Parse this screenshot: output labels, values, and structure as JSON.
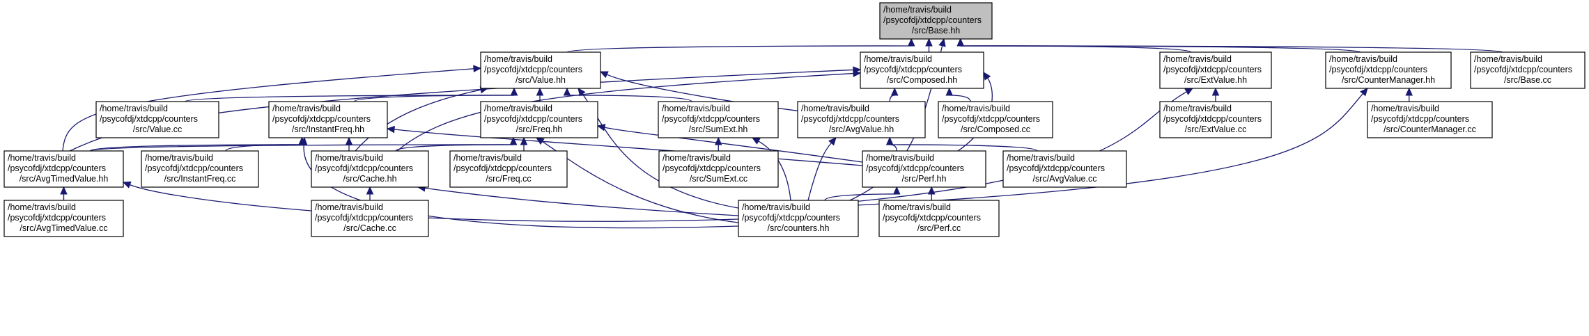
{
  "diagram": {
    "nodes": [
      {
        "id": "base_hh",
        "lines": [
          "/home/travis/build",
          "/psycofdj/xtdcpp/counters",
          "/src/Base.hh"
        ],
        "root": true
      },
      {
        "id": "value_hh",
        "lines": [
          "/home/travis/build",
          "/psycofdj/xtdcpp/counters",
          "/src/Value.hh"
        ]
      },
      {
        "id": "composed_hh",
        "lines": [
          "/home/travis/build",
          "/psycofdj/xtdcpp/counters",
          "/src/Composed.hh"
        ]
      },
      {
        "id": "extvalue_hh",
        "lines": [
          "/home/travis/build",
          "/psycofdj/xtdcpp/counters",
          "/src/ExtValue.hh"
        ]
      },
      {
        "id": "countermanager_hh",
        "lines": [
          "/home/travis/build",
          "/psycofdj/xtdcpp/counters",
          "/src/CounterManager.hh"
        ]
      },
      {
        "id": "base_cc",
        "lines": [
          "/home/travis/build",
          "/psycofdj/xtdcpp/counters",
          "/src/Base.cc"
        ]
      },
      {
        "id": "value_cc",
        "lines": [
          "/home/travis/build",
          "/psycofdj/xtdcpp/counters",
          "/src/Value.cc"
        ]
      },
      {
        "id": "instantfreq_hh",
        "lines": [
          "/home/travis/build",
          "/psycofdj/xtdcpp/counters",
          "/src/InstantFreq.hh"
        ]
      },
      {
        "id": "freq_hh",
        "lines": [
          "/home/travis/build",
          "/psycofdj/xtdcpp/counters",
          "/src/Freq.hh"
        ]
      },
      {
        "id": "sumext_hh",
        "lines": [
          "/home/travis/build",
          "/psycofdj/xtdcpp/counters",
          "/src/SumExt.hh"
        ]
      },
      {
        "id": "avgvalue_hh",
        "lines": [
          "/home/travis/build",
          "/psycofdj/xtdcpp/counters",
          "/src/AvgValue.hh"
        ]
      },
      {
        "id": "composed_cc",
        "lines": [
          "/home/travis/build",
          "/psycofdj/xtdcpp/counters",
          "/src/Composed.cc"
        ]
      },
      {
        "id": "extvalue_cc",
        "lines": [
          "/home/travis/build",
          "/psycofdj/xtdcpp/counters",
          "/src/ExtValue.cc"
        ]
      },
      {
        "id": "countermanager_cc",
        "lines": [
          "/home/travis/build",
          "/psycofdj/xtdcpp/counters",
          "/src/CounterManager.cc"
        ]
      },
      {
        "id": "avgtimedvalue_hh",
        "lines": [
          "/home/travis/build",
          "/psycofdj/xtdcpp/counters",
          "/src/AvgTimedValue.hh"
        ]
      },
      {
        "id": "instantfreq_cc",
        "lines": [
          "/home/travis/build",
          "/psycofdj/xtdcpp/counters",
          "/src/InstantFreq.cc"
        ]
      },
      {
        "id": "cache_hh",
        "lines": [
          "/home/travis/build",
          "/psycofdj/xtdcpp/counters",
          "/src/Cache.hh"
        ]
      },
      {
        "id": "freq_cc",
        "lines": [
          "/home/travis/build",
          "/psycofdj/xtdcpp/counters",
          "/src/Freq.cc"
        ]
      },
      {
        "id": "sumext_cc",
        "lines": [
          "/home/travis/build",
          "/psycofdj/xtdcpp/counters",
          "/src/SumExt.cc"
        ]
      },
      {
        "id": "perf_hh",
        "lines": [
          "/home/travis/build",
          "/psycofdj/xtdcpp/counters",
          "/src/Perf.hh"
        ]
      },
      {
        "id": "avgvalue_cc",
        "lines": [
          "/home/travis/build",
          "/psycofdj/xtdcpp/counters",
          "/src/AvgValue.cc"
        ]
      },
      {
        "id": "avgtimedvalue_cc",
        "lines": [
          "/home/travis/build",
          "/psycofdj/xtdcpp/counters",
          "/src/AvgTimedValue.cc"
        ]
      },
      {
        "id": "cache_cc",
        "lines": [
          "/home/travis/build",
          "/psycofdj/xtdcpp/counters",
          "/src/Cache.cc"
        ]
      },
      {
        "id": "counters_hh",
        "lines": [
          "/home/travis/build",
          "/psycofdj/xtdcpp/counters",
          "/src/counters.hh"
        ]
      },
      {
        "id": "perf_cc",
        "lines": [
          "/home/travis/build",
          "/psycofdj/xtdcpp/counters",
          "/src/Perf.cc"
        ]
      }
    ],
    "edges": [
      {
        "from": "value_hh",
        "to": "base_hh"
      },
      {
        "from": "composed_hh",
        "to": "base_hh"
      },
      {
        "from": "extvalue_hh",
        "to": "base_hh"
      },
      {
        "from": "countermanager_hh",
        "to": "base_hh"
      },
      {
        "from": "base_cc",
        "to": "base_hh"
      },
      {
        "from": "counters_hh",
        "to": "base_hh"
      },
      {
        "from": "value_cc",
        "to": "value_hh"
      },
      {
        "from": "instantfreq_hh",
        "to": "value_hh"
      },
      {
        "from": "freq_hh",
        "to": "value_hh"
      },
      {
        "from": "sumext_hh",
        "to": "value_hh"
      },
      {
        "from": "avgvalue_hh",
        "to": "value_hh"
      },
      {
        "from": "avgtimedvalue_hh",
        "to": "value_hh"
      },
      {
        "from": "cache_hh",
        "to": "value_hh"
      },
      {
        "from": "counters_hh",
        "to": "value_hh"
      },
      {
        "from": "avgvalue_hh",
        "to": "composed_hh"
      },
      {
        "from": "composed_cc",
        "to": "composed_hh"
      },
      {
        "from": "perf_hh",
        "to": "composed_hh"
      },
      {
        "from": "avgtimedvalue_hh",
        "to": "composed_hh"
      },
      {
        "from": "cache_hh",
        "to": "composed_hh"
      },
      {
        "from": "extvalue_cc",
        "to": "extvalue_hh"
      },
      {
        "from": "counters_hh",
        "to": "extvalue_hh"
      },
      {
        "from": "countermanager_cc",
        "to": "countermanager_hh"
      },
      {
        "from": "counters_hh",
        "to": "countermanager_hh"
      },
      {
        "from": "avgtimedvalue_hh",
        "to": "instantfreq_hh"
      },
      {
        "from": "instantfreq_cc",
        "to": "instantfreq_hh"
      },
      {
        "from": "cache_hh",
        "to": "instantfreq_hh"
      },
      {
        "from": "perf_hh",
        "to": "instantfreq_hh"
      },
      {
        "from": "counters_hh",
        "to": "instantfreq_hh"
      },
      {
        "from": "avgtimedvalue_hh",
        "to": "freq_hh"
      },
      {
        "from": "cache_hh",
        "to": "freq_hh"
      },
      {
        "from": "freq_cc",
        "to": "freq_hh"
      },
      {
        "from": "perf_hh",
        "to": "freq_hh"
      },
      {
        "from": "counters_hh",
        "to": "freq_hh"
      },
      {
        "from": "sumext_cc",
        "to": "sumext_hh"
      },
      {
        "from": "counters_hh",
        "to": "sumext_hh"
      },
      {
        "from": "perf_hh",
        "to": "avgvalue_hh"
      },
      {
        "from": "avgvalue_cc",
        "to": "avgvalue_hh"
      },
      {
        "from": "counters_hh",
        "to": "avgvalue_hh"
      },
      {
        "from": "avgtimedvalue_cc",
        "to": "avgtimedvalue_hh"
      },
      {
        "from": "counters_hh",
        "to": "avgtimedvalue_hh"
      },
      {
        "from": "cache_cc",
        "to": "cache_hh"
      },
      {
        "from": "counters_hh",
        "to": "cache_hh"
      },
      {
        "from": "counters_hh",
        "to": "perf_hh"
      },
      {
        "from": "perf_cc",
        "to": "perf_hh"
      }
    ]
  },
  "colors": {
    "edge": "#191970",
    "root_fill": "#bfbfbf",
    "node_fill": "#ffffff",
    "border": "#000000"
  }
}
